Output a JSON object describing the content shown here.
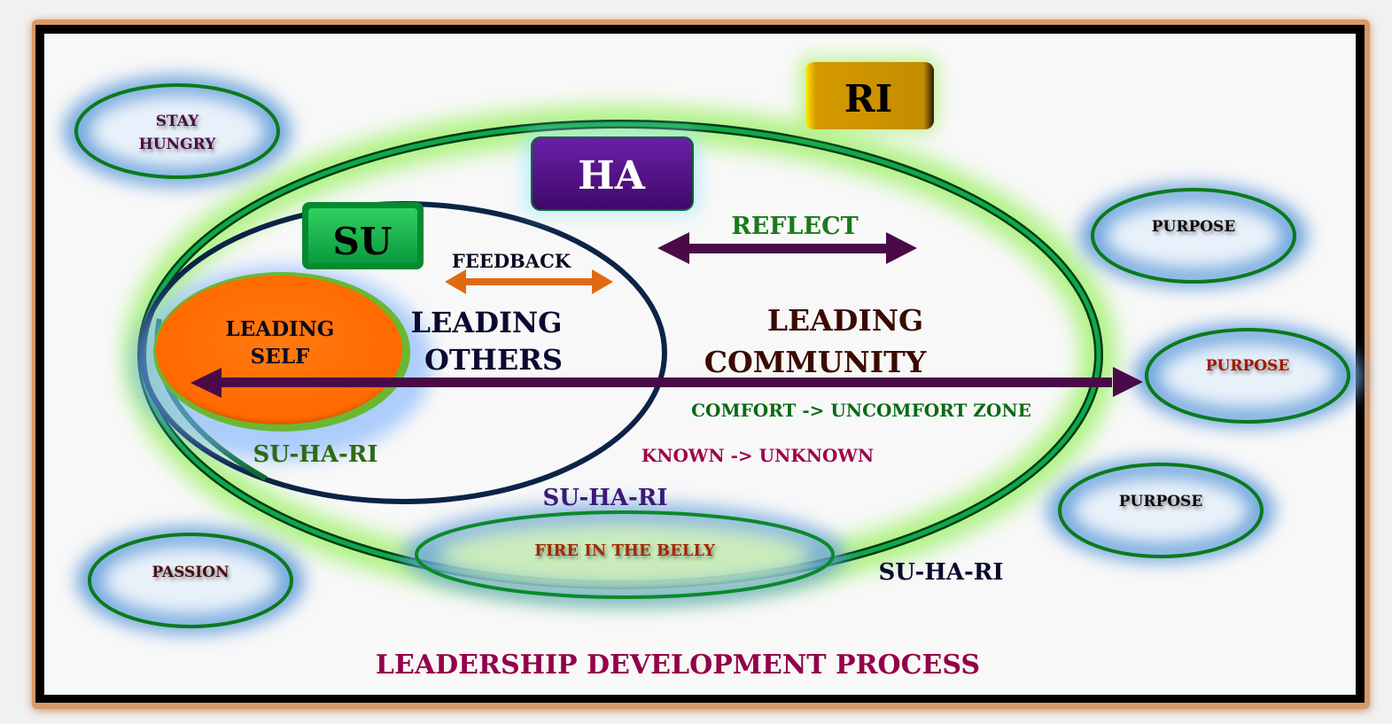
{
  "diagram": {
    "title": "LEADERSHIP DEVELOPMENT PROCESS",
    "stages": {
      "su": "SU",
      "ha": "HA",
      "ri": "RI"
    },
    "circles": {
      "leading_self": [
        "LEADING",
        "SELF"
      ],
      "leading_others": [
        "LEADING",
        "OTHERS"
      ],
      "leading_community": [
        "LEADING",
        "COMMUNITY"
      ]
    },
    "arrows": {
      "feedback": "FEEDBACK",
      "reflect": "REFLECT"
    },
    "annotations": {
      "comfort_zone": "COMFORT -> UNCOMFORT ZONE",
      "known_unknown": "KNOWN -> UNKNOWN",
      "suhari_self": "SU-HA-RI",
      "suhari_others": "SU-HA-RI",
      "suhari_community": "SU-HA-RI"
    },
    "bubbles": {
      "stay_hungry": [
        "STAY",
        "HUNGRY"
      ],
      "passion": "PASSION",
      "fire_in_belly": "FIRE IN THE BELLY",
      "purpose_top": "PURPOSE",
      "purpose_middle": "PURPOSE",
      "purpose_bottom": "PURPOSE"
    },
    "colors": {
      "su_box": "#0fb04a",
      "ha_box": "#4f0d80",
      "ri_box": "#d09a00",
      "leading_self_fill": "#ff6f08",
      "outer_ellipse": "#0a8a3a",
      "middle_ellipse": "#0b2346",
      "arrow_main": "#4a0a48",
      "arrow_feedback": "#e06a12",
      "title": "#94004a",
      "bubble_ring": "#0a7a1c",
      "bubble_glow": "#5a9ad6"
    }
  }
}
